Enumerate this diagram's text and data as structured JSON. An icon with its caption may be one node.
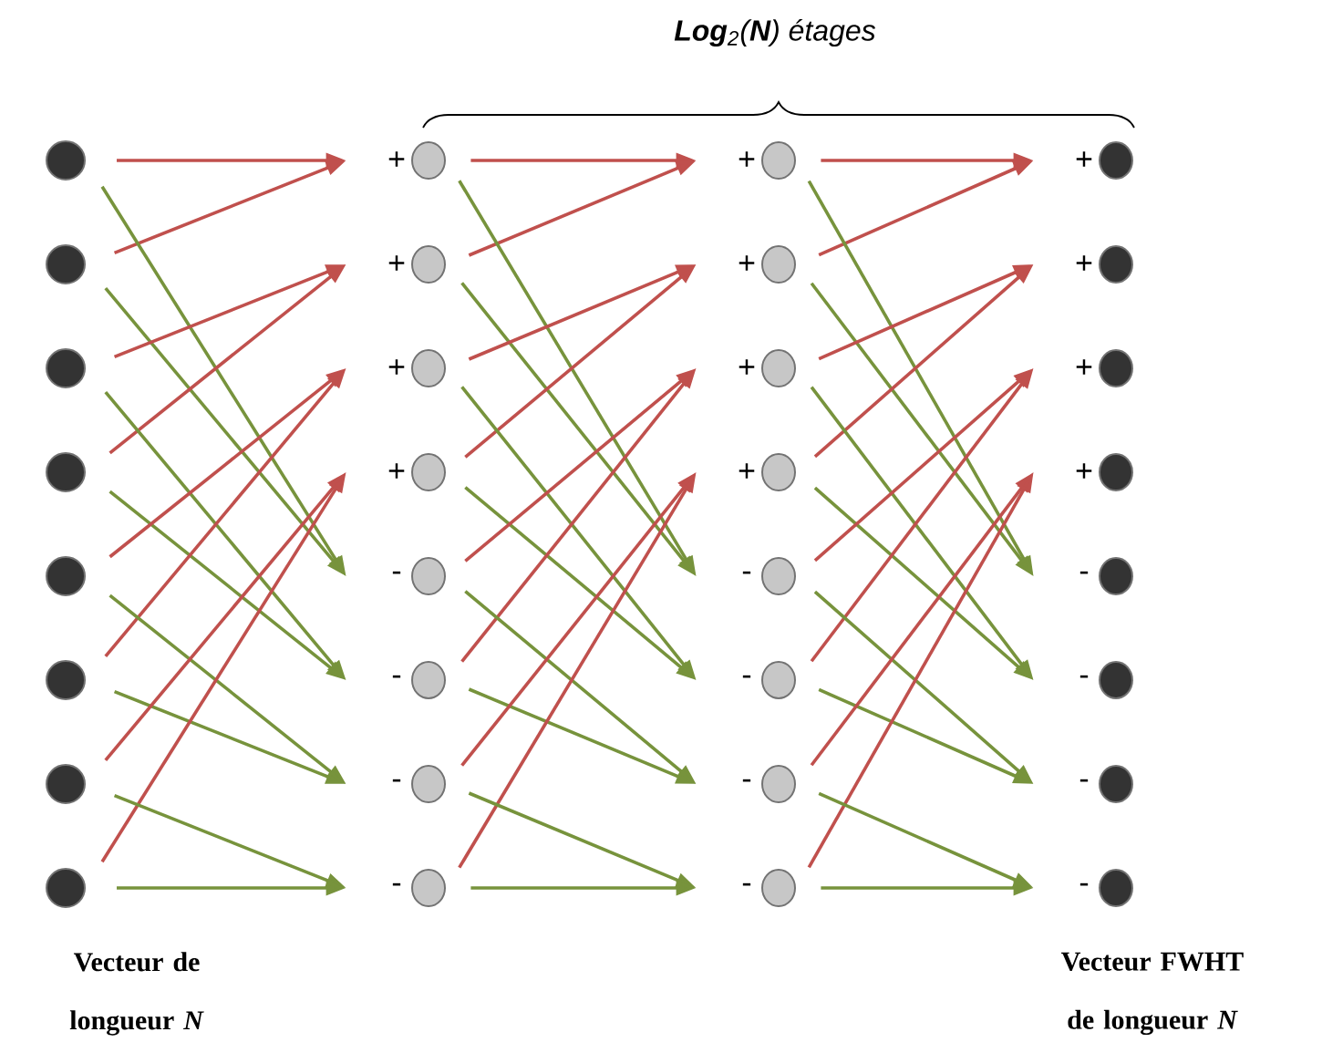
{
  "diagram": {
    "title": "**Log**$_{2}$(**N**) étages",
    "nodes": [
      {
        "text": [],
        "shape": "circle"
      },
      {
        "text": [],
        "shape": "circle"
      },
      {
        "text": [],
        "shape": "circle"
      },
      {
        "text": [],
        "shape": "circle"
      },
      {
        "text": [],
        "shape": "circle"
      },
      {
        "text": [],
        "shape": "circle"
      },
      {
        "text": [],
        "shape": "circle"
      },
      {
        "text": [],
        "shape": "circle"
      },
      {
        "text": [],
        "shape": "circle",
        "beside": [
          "+"
        ]
      },
      {
        "text": [],
        "shape": "circle",
        "beside": [
          "+"
        ]
      },
      {
        "text": [],
        "shape": "circle",
        "beside": [
          "+"
        ]
      },
      {
        "text": [],
        "shape": "circle",
        "beside": [
          "+"
        ]
      },
      {
        "text": [],
        "shape": "circle",
        "beside": [
          "-"
        ]
      },
      {
        "text": [],
        "shape": "circle",
        "beside": [
          "-"
        ]
      },
      {
        "text": [],
        "shape": "circle",
        "beside": [
          "-"
        ]
      },
      {
        "text": [],
        "shape": "circle",
        "beside": [
          "-"
        ]
      },
      {
        "text": [],
        "shape": "circle",
        "beside": [
          "+"
        ]
      },
      {
        "text": [],
        "shape": "circle",
        "beside": [
          "+"
        ]
      },
      {
        "text": [],
        "shape": "circle",
        "beside": [
          "+"
        ]
      },
      {
        "text": [],
        "shape": "circle",
        "beside": [
          "+"
        ]
      },
      {
        "text": [],
        "shape": "circle",
        "beside": [
          "-"
        ]
      },
      {
        "text": [],
        "shape": "circle",
        "beside": [
          "-"
        ]
      },
      {
        "text": [],
        "shape": "circle",
        "beside": [
          "-"
        ]
      },
      {
        "text": [],
        "shape": "circle",
        "beside": [
          "-"
        ]
      },
      {
        "text": [],
        "shape": "circle",
        "beside": [
          "+"
        ]
      },
      {
        "text": [],
        "shape": "circle",
        "beside": [
          "+"
        ]
      },
      {
        "text": [],
        "shape": "circle",
        "beside": [
          "+"
        ]
      },
      {
        "text": [],
        "shape": "circle",
        "beside": [
          "+"
        ]
      },
      {
        "text": [],
        "shape": "circle",
        "beside": [
          "-"
        ]
      },
      {
        "text": [],
        "shape": "circle",
        "beside": [
          "-"
        ]
      },
      {
        "text": [],
        "shape": "circle",
        "beside": [
          "-"
        ]
      },
      {
        "text": [],
        "shape": "circle",
        "beside": [
          "-"
        ]
      }
    ],
    "edges": [
      {
        "from": 0,
        "to": 8,
        "arrow": "to",
        "color": "#c0504d"
      },
      {
        "from": 1,
        "to": 8,
        "arrow": "to",
        "color": "#c0504d"
      },
      {
        "from": 0,
        "to": 12,
        "arrow": "to",
        "color": "#77933c"
      },
      {
        "from": 1,
        "to": 12,
        "arrow": "to",
        "color": "#77933c"
      },
      {
        "from": 2,
        "to": 9,
        "arrow": "to",
        "color": "#c0504d"
      },
      {
        "from": 3,
        "to": 9,
        "arrow": "to",
        "color": "#c0504d"
      },
      {
        "from": 2,
        "to": 13,
        "arrow": "to",
        "color": "#77933c"
      },
      {
        "from": 3,
        "to": 13,
        "arrow": "to",
        "color": "#77933c"
      },
      {
        "from": 4,
        "to": 10,
        "arrow": "to",
        "color": "#c0504d"
      },
      {
        "from": 5,
        "to": 10,
        "arrow": "to",
        "color": "#c0504d"
      },
      {
        "from": 4,
        "to": 14,
        "arrow": "to",
        "color": "#77933c"
      },
      {
        "from": 5,
        "to": 14,
        "arrow": "to",
        "color": "#77933c"
      },
      {
        "from": 6,
        "to": 11,
        "arrow": "to",
        "color": "#c0504d"
      },
      {
        "from": 7,
        "to": 11,
        "arrow": "to",
        "color": "#c0504d"
      },
      {
        "from": 6,
        "to": 15,
        "arrow": "to",
        "color": "#77933c"
      },
      {
        "from": 7,
        "to": 15,
        "arrow": "to",
        "color": "#77933c"
      },
      {
        "from": 8,
        "to": 16,
        "arrow": "to",
        "color": "#c0504d"
      },
      {
        "from": 9,
        "to": 16,
        "arrow": "to",
        "color": "#c0504d"
      },
      {
        "from": 8,
        "to": 20,
        "arrow": "to",
        "color": "#77933c"
      },
      {
        "from": 9,
        "to": 20,
        "arrow": "to",
        "color": "#77933c"
      },
      {
        "from": 10,
        "to": 17,
        "arrow": "to",
        "color": "#c0504d"
      },
      {
        "from": 11,
        "to": 17,
        "arrow": "to",
        "color": "#c0504d"
      },
      {
        "from": 10,
        "to": 21,
        "arrow": "to",
        "color": "#77933c"
      },
      {
        "from": 11,
        "to": 21,
        "arrow": "to",
        "color": "#77933c"
      },
      {
        "from": 12,
        "to": 18,
        "arrow": "to",
        "color": "#c0504d"
      },
      {
        "from": 13,
        "to": 18,
        "arrow": "to",
        "color": "#c0504d"
      },
      {
        "from": 12,
        "to": 22,
        "arrow": "to",
        "color": "#77933c"
      },
      {
        "from": 13,
        "to": 22,
        "arrow": "to",
        "color": "#77933c"
      },
      {
        "from": 14,
        "to": 19,
        "arrow": "to",
        "color": "#c0504d"
      },
      {
        "from": 15,
        "to": 19,
        "arrow": "to",
        "color": "#c0504d"
      },
      {
        "from": 14,
        "to": 23,
        "arrow": "to",
        "color": "#77933c"
      },
      {
        "from": 15,
        "to": 23,
        "arrow": "to",
        "color": "#77933c"
      },
      {
        "from": 16,
        "to": 24,
        "arrow": "to",
        "color": "#c0504d"
      },
      {
        "from": 17,
        "to": 24,
        "arrow": "to",
        "color": "#c0504d"
      },
      {
        "from": 16,
        "to": 28,
        "arrow": "to",
        "color": "#77933c"
      },
      {
        "from": 17,
        "to": 28,
        "arrow": "to",
        "color": "#77933c"
      },
      {
        "from": 18,
        "to": 25,
        "arrow": "to",
        "color": "#c0504d"
      },
      {
        "from": 19,
        "to": 25,
        "arrow": "to",
        "color": "#c0504d"
      },
      {
        "from": 18,
        "to": 29,
        "arrow": "to",
        "color": "#77933c"
      },
      {
        "from": 19,
        "to": 29,
        "arrow": "to",
        "color": "#77933c"
      },
      {
        "from": 20,
        "to": 26,
        "arrow": "to",
        "color": "#c0504d"
      },
      {
        "from": 21,
        "to": 26,
        "arrow": "to",
        "color": "#c0504d"
      },
      {
        "from": 20,
        "to": 30,
        "arrow": "to",
        "color": "#77933c"
      },
      {
        "from": 21,
        "to": 30,
        "arrow": "to",
        "color": "#77933c"
      },
      {
        "from": 22,
        "to": 27,
        "arrow": "to",
        "color": "#c0504d"
      },
      {
        "from": 23,
        "to": 27,
        "arrow": "to",
        "color": "#c0504d"
      },
      {
        "from": 22,
        "to": 31,
        "arrow": "to",
        "color": "#77933c"
      },
      {
        "from": 23,
        "to": 31,
        "arrow": "to",
        "color": "#77933c"
      }
    ],
    "labels": [
      "Vecteur de longueur *N*",
      "Vecteur FWHT de longueur *N*"
    ]
  }
}
